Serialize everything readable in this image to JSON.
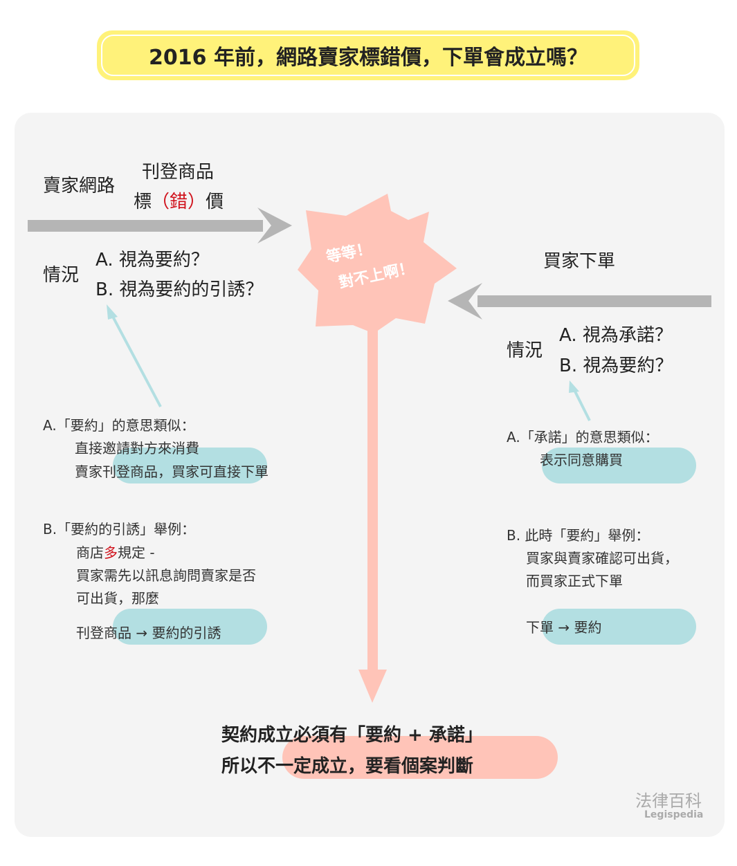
{
  "title": "2016 年前，網路賣家標錯價，下單會成立嗎？",
  "seller": {
    "label": "賣家網路",
    "action1": "刊登商品",
    "action2_pre": "標",
    "action2_paren_open": "（",
    "action2_red": "錯",
    "action2_paren_close": "）",
    "action2_post": "價",
    "situation": "情況",
    "optA": "A. 視為要約？",
    "optB": "B. 視為要約的引誘？"
  },
  "burst": {
    "line1": "等等！",
    "line2": "對不上啊！"
  },
  "buyer": {
    "label": "買家下單",
    "situation": "情況",
    "optA": "A. 視為承諾？",
    "optB": "B. 視為要約？"
  },
  "left_notes": {
    "a_title": "A.「要約」的意思類似：",
    "a_line1": "直接邀請對方來消費",
    "a_line2": "賣家刊登商品，買家可直接下單",
    "b_title": "B.「要約的引誘」舉例：",
    "b_line1_pre": "商店",
    "b_line1_red": "多",
    "b_line1_post": "規定 -",
    "b_line2": "買家需先以訊息詢問賣家是否",
    "b_line3": "可出貨，那麼",
    "b_line4": "刊登商品 → 要約的引誘"
  },
  "right_notes": {
    "a_title": "A.「承諾」的意思類似：",
    "a_line1": "表示同意購買",
    "b_title": "B. 此時「要約」舉例：",
    "b_line1": "買家與賣家確認可出貨，",
    "b_line2": "而買家正式下單",
    "b_line3": "下單 → 要約"
  },
  "conclusion": {
    "line1": "契約成立必須有「要約 + 承諾」",
    "line2": "所以不一定成立，要看個案判斷"
  },
  "logo": {
    "name": "法律百科",
    "sub": "Legispedia"
  },
  "colors": {
    "yellow": "#fff27a",
    "pink": "#ffc4b8",
    "teal": "#b3dfe2",
    "gray": "#b5b5b5",
    "red": "#d0111b"
  }
}
